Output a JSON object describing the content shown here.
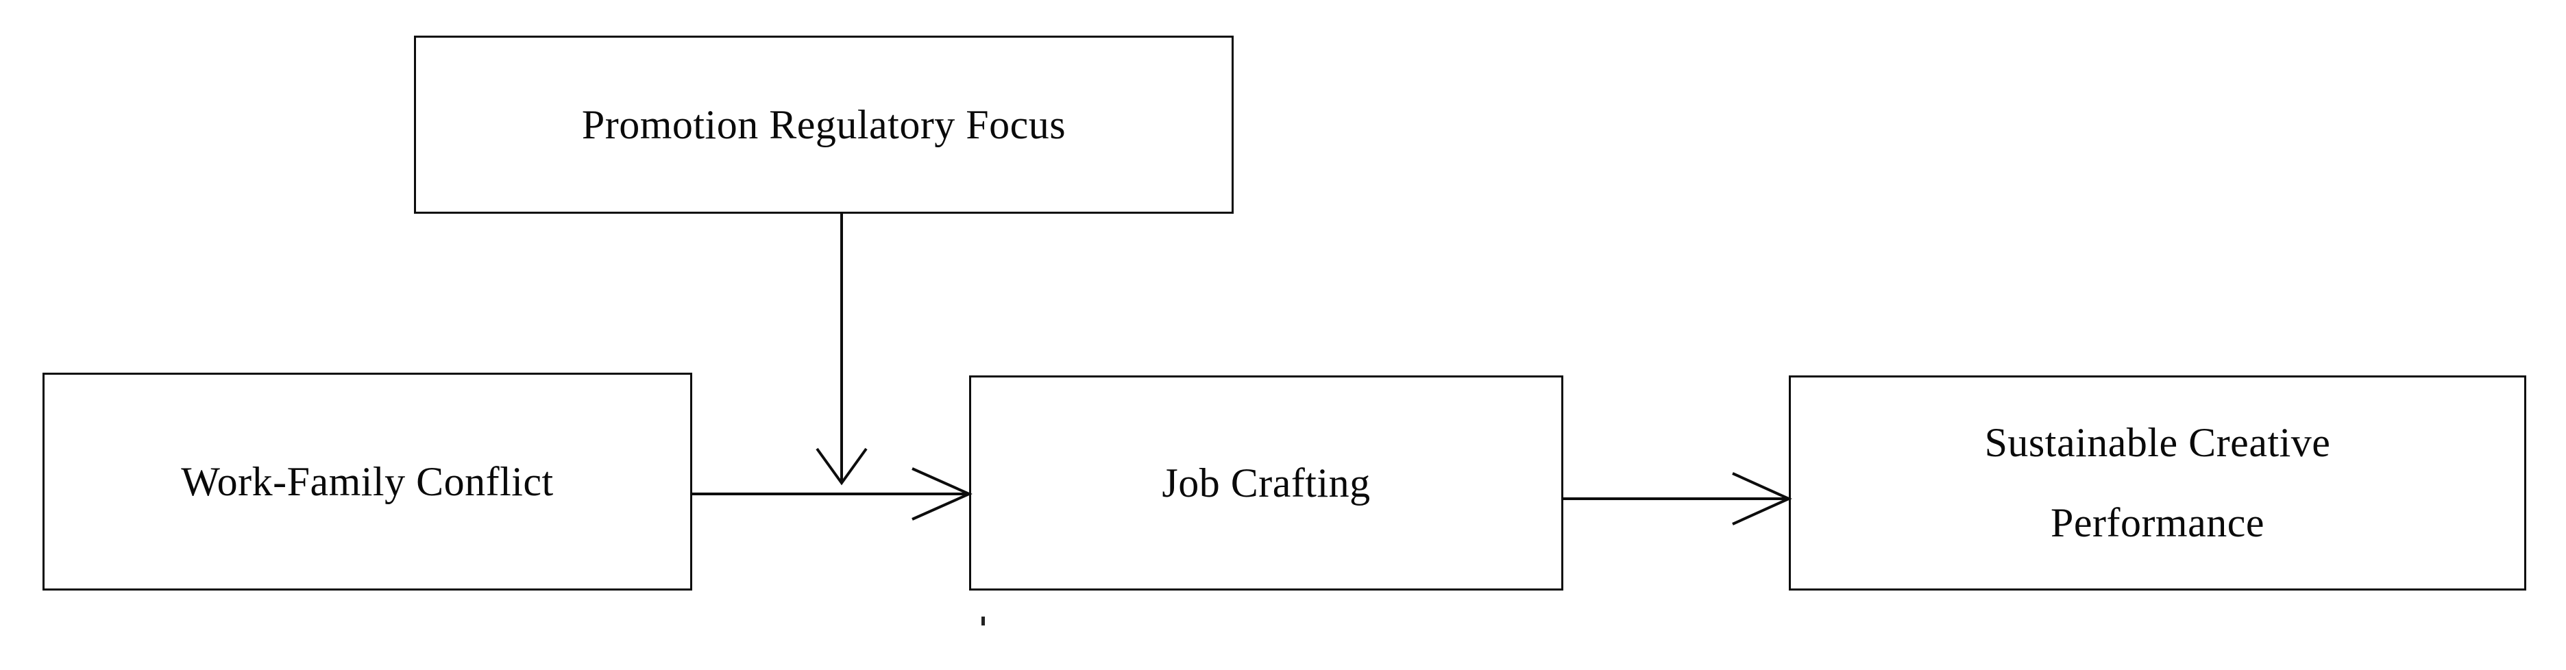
{
  "diagram": {
    "type": "conceptual-research-model",
    "background_color": "#ffffff",
    "line_color": "#0d0d0d",
    "text_color": "#0a0a0a",
    "nodes": [
      {
        "id": "promotion-regulatory-focus",
        "label": "Promotion Regulatory Focus",
        "role": "moderator"
      },
      {
        "id": "work-family-conflict",
        "label": "Work-Family Conflict",
        "role": "independent-variable"
      },
      {
        "id": "job-crafting",
        "label": "Job Crafting",
        "role": "mediator"
      },
      {
        "id": "sustainable-creative-performance",
        "label": "Sustainable Creative\nPerformance",
        "role": "dependent-variable"
      }
    ],
    "connectors": [
      {
        "id": "arrow-wfc-to-job-crafting",
        "from": "work-family-conflict",
        "to": "job-crafting",
        "orientation": "horizontal",
        "arrowhead": "right"
      },
      {
        "id": "arrow-prf-to-path",
        "from": "promotion-regulatory-focus",
        "to": "arrow-wfc-to-job-crafting",
        "orientation": "vertical",
        "arrowhead": "down"
      },
      {
        "id": "arrow-job-crafting-to-scp",
        "from": "job-crafting",
        "to": "sustainable-creative-performance",
        "orientation": "horizontal",
        "arrowhead": "right"
      }
    ],
    "artifacts": [
      {
        "id": "stray-mark",
        "description": "small stray ink mark below job crafting box"
      }
    ]
  }
}
